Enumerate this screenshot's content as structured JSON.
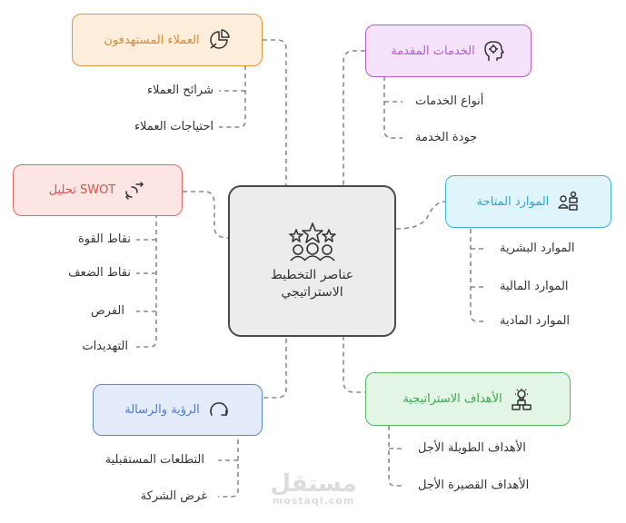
{
  "center": {
    "title": "عناصر التخطيط الاستراتيجي",
    "icon": "stars-people-icon"
  },
  "branches": [
    {
      "id": "customers",
      "label": "العملاء المستهدفون",
      "icon": "pie-chart-icon",
      "colors": {
        "fill": "#fdeedb",
        "stroke": "#e8943f"
      },
      "items": [
        "شرائح العملاء",
        "احتياجات العملاء"
      ]
    },
    {
      "id": "services",
      "label": "الخدمات المقدمة",
      "icon": "head-gear-icon",
      "colors": {
        "fill": "#f5e3fb",
        "stroke": "#b65ad8"
      },
      "items": [
        "أنواع الخدمات",
        "جودة الخدمة"
      ]
    },
    {
      "id": "swot",
      "label": "SWOT تحليل",
      "icon": "swot-arrows-icon",
      "colors": {
        "fill": "#fde5e3",
        "stroke": "#e06a5f"
      },
      "items": [
        "نقاط القوة",
        "نقاط الضعف",
        "الفرص",
        "التهديدات"
      ]
    },
    {
      "id": "resources",
      "label": "الموارد المتاحة",
      "icon": "people-resources-icon",
      "colors": {
        "fill": "#dff5fb",
        "stroke": "#3db5d8"
      },
      "items": [
        "الموارد البشرية",
        "الموارد المالية",
        "الموارد المادية"
      ]
    },
    {
      "id": "goals",
      "label": "الأهداف الاستراتيجية",
      "icon": "lightbulb-blocks-icon",
      "colors": {
        "fill": "#e3f6e6",
        "stroke": "#52b964"
      },
      "items": [
        "الأهداف الطويلة الأجل",
        "الأهداف القصيرة الأجل"
      ]
    },
    {
      "id": "vision",
      "label": "الرؤية والرسالة",
      "icon": "circular-arrow-icon",
      "colors": {
        "fill": "#e4ecfb",
        "stroke": "#5a87d8"
      },
      "items": [
        "التطلعات المستقبلية",
        "غرض الشركة"
      ]
    }
  ],
  "watermark": {
    "brand": "مستقل",
    "domain": "mostaql.com"
  }
}
